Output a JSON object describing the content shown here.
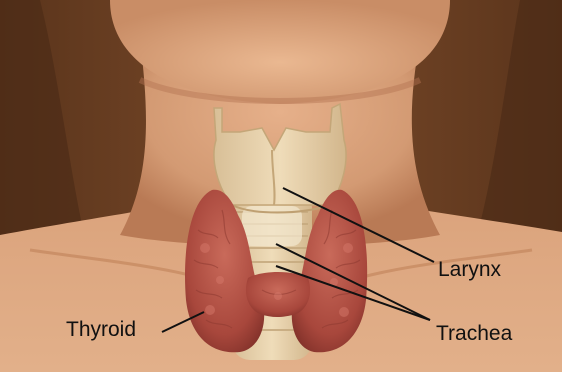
{
  "labels": {
    "larynx": "Larynx",
    "trachea": "Trachea",
    "thyroid": "Thyroid"
  },
  "colors": {
    "hair": "#6b3f22",
    "skin": "#d9a07a",
    "skin_shadow": "#b47452",
    "cartilage": "#e8d2ad",
    "thyroid": "#b4574a",
    "line": "#111111"
  }
}
